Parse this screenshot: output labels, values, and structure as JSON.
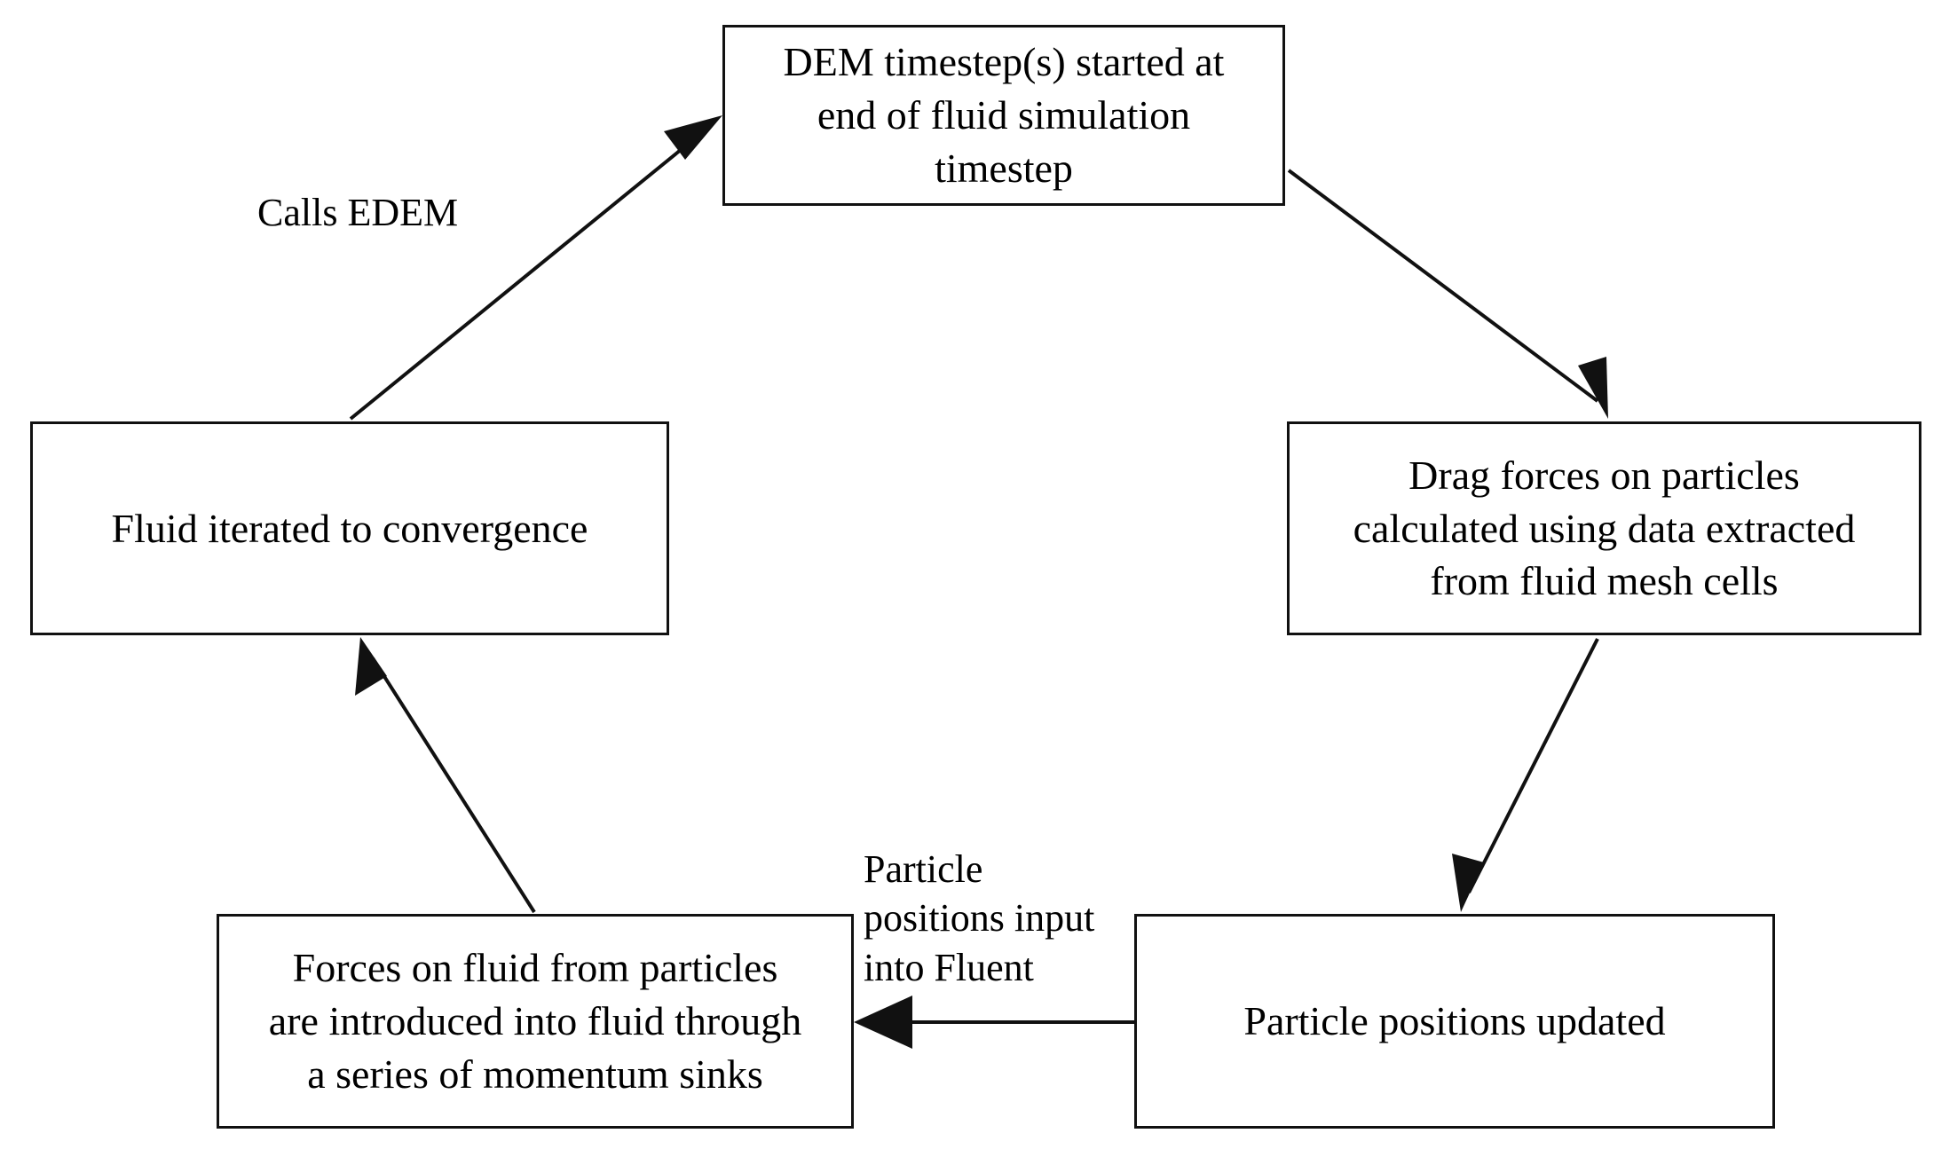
{
  "diagram": {
    "type": "cycle-flowchart",
    "title": "",
    "nodes": [
      {
        "id": "dem-timestep",
        "label": "DEM timestep(s) started at\nend of fluid simulation\ntimestep"
      },
      {
        "id": "drag-forces",
        "label": "Drag forces on particles\ncalculated using data extracted\nfrom fluid mesh cells"
      },
      {
        "id": "particle-positions-updated",
        "label": "Particle positions updated"
      },
      {
        "id": "forces-on-fluid",
        "label": "Forces on fluid from particles\nare introduced into fluid through\na series of momentum sinks"
      },
      {
        "id": "fluid-converged",
        "label": "Fluid iterated to convergence"
      }
    ],
    "edges": [
      {
        "id": "fluid-to-dem",
        "from": "fluid-converged",
        "to": "dem-timestep",
        "label": "Calls EDEM"
      },
      {
        "id": "dem-to-drag",
        "from": "dem-timestep",
        "to": "drag-forces",
        "label": ""
      },
      {
        "id": "drag-to-updated",
        "from": "drag-forces",
        "to": "particle-positions-updated",
        "label": ""
      },
      {
        "id": "updated-to-forces",
        "from": "particle-positions-updated",
        "to": "forces-on-fluid",
        "label": "Particle\npositions input\ninto Fluent"
      },
      {
        "id": "forces-to-fluid",
        "from": "forces-on-fluid",
        "to": "fluid-converged",
        "label": ""
      }
    ],
    "colors": {
      "background": "#ffffff",
      "stroke": "#111111",
      "text": "#000000"
    }
  }
}
